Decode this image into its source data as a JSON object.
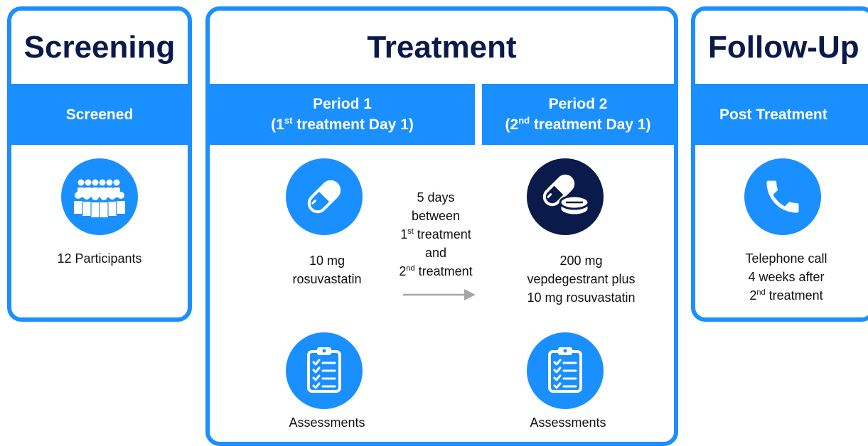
{
  "screening": {
    "title": "Screening",
    "band_label": "Screened",
    "icon": "group-people-icon",
    "participants": "12 Participants"
  },
  "treatment": {
    "title": "Treatment",
    "period1": {
      "line1": "Period 1",
      "pre": "(1",
      "sup": "st",
      "post": " treatment Day 1)",
      "icon": "capsule-icon",
      "dose_line1": "10 mg",
      "dose_line2": "rosuvastatin",
      "assessment_icon": "clipboard-checklist-icon",
      "assessments": "Assessments"
    },
    "interval": {
      "line1": "5 days",
      "line2": "between",
      "line3_pre": "1",
      "line3_sup": "st",
      "line3_post": " treatment",
      "line4": "and",
      "line5_pre": "2",
      "line5_sup": "nd",
      "line5_post": " treatment",
      "arrow_icon": "arrow-right-icon"
    },
    "period2": {
      "line1": "Period 2",
      "pre": "(2",
      "sup": "nd",
      "post": " treatment Day 1)",
      "icon": "capsule-and-tablet-icon",
      "dose_line1": "200 mg",
      "dose_line2": "vepdegestrant plus",
      "dose_line3": "10 mg rosuvastatin",
      "assessment_icon": "clipboard-checklist-icon",
      "assessments": "Assessments"
    }
  },
  "followup": {
    "title": "Follow-Up",
    "band_label": "Post Treatment",
    "icon": "telephone-icon",
    "line1": "Telephone call",
    "line2": "4 weeks after",
    "line3_pre": "2",
    "line3_sup": "nd",
    "line3_post": " treatment"
  },
  "colors": {
    "accent": "#1a8fff",
    "title": "#0a1a4a",
    "dark_circle": "#0a1a4a",
    "arrow": "#a6a6a6"
  }
}
